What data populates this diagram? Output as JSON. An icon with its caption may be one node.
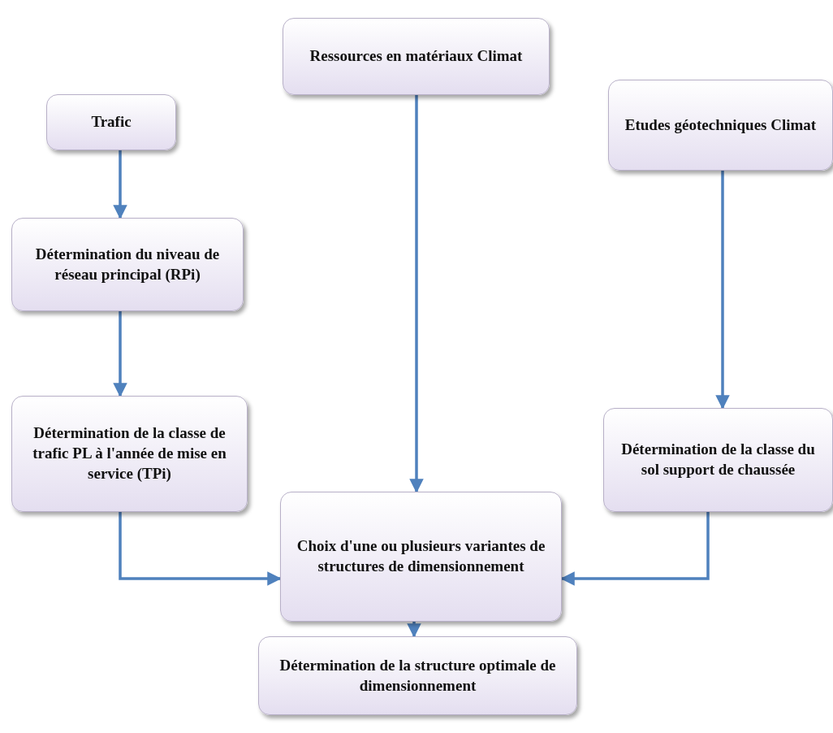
{
  "diagram": {
    "nodes": [
      {
        "text": [
          "Trafic"
        ]
      },
      {
        "text": [
          "Ressources en matériaux Climat"
        ]
      },
      {
        "text": [
          "Etudes géotechniques Climat"
        ]
      },
      {
        "text": [
          "Détermination du niveau de réseau principal (RPi)"
        ]
      },
      {
        "text": [
          "Détermination de la classe de trafic PL à l'année de mise en service (TPi)"
        ]
      },
      {
        "text": [
          "Détermination de la classe du sol support de chaussée"
        ]
      },
      {
        "text": [
          "Choix d'une ou plusieurs variantes de structures de dimensionnement"
        ]
      },
      {
        "text": [
          "Détermination de la structure optimale de dimensionnement"
        ]
      }
    ],
    "edges": [
      {
        "from": 0,
        "to": 3,
        "arrow": "to"
      },
      {
        "from": 3,
        "to": 4,
        "arrow": "to"
      },
      {
        "from": 1,
        "to": 6,
        "arrow": "to"
      },
      {
        "from": 2,
        "to": 5,
        "arrow": "to"
      },
      {
        "from": 4,
        "to": 6,
        "arrow": "to"
      },
      {
        "from": 5,
        "to": 6,
        "arrow": "to"
      },
      {
        "from": 6,
        "to": 7,
        "arrow": "to"
      }
    ]
  }
}
